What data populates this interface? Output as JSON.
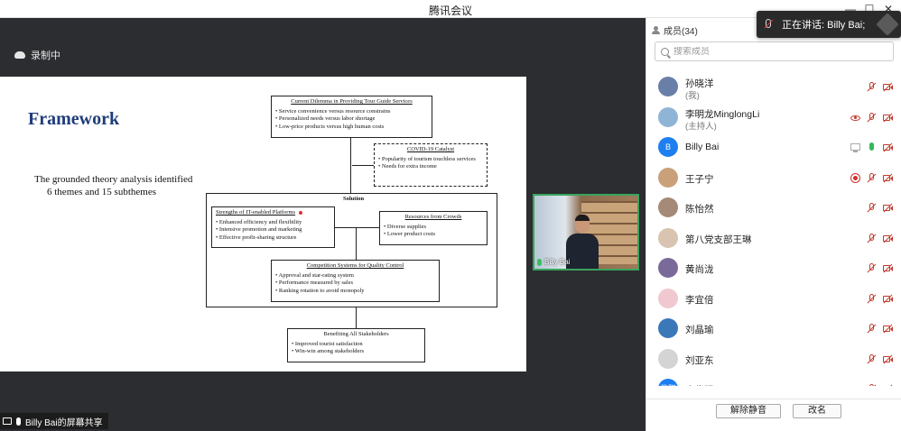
{
  "window": {
    "title": "腾讯会议",
    "min_glyph": "—",
    "max_glyph": "☐",
    "close_glyph": "✕"
  },
  "recording": {
    "label": "录制中"
  },
  "slide": {
    "title": "Framework",
    "subtitle_line1": "The grounded theory analysis identified",
    "subtitle_line2": "6 themes and 15 subthemes",
    "boxes": {
      "dilemma": {
        "heading": "Current Dilemma in Providing Tour Guide Services",
        "items": [
          "Service convenience versus resource constrains",
          "Personalized needs versus labor shortage",
          "Low-price products versus high human costs"
        ]
      },
      "covid": {
        "heading": "COVID-19 Catalyst",
        "items": [
          "Popularity of tourism touchless services",
          "Needs for extra income"
        ]
      },
      "solution_label": "Solution",
      "platforms": {
        "heading": "Strengths of IT-enabled Platforms",
        "items": [
          "Enhanced efficiency and flexibility",
          "Intensive promotion and marketing",
          "Effective profit-sharing structure"
        ]
      },
      "crowds": {
        "heading": "Resources from Crowds",
        "items": [
          "Diverse supplies",
          "Lower product costs"
        ]
      },
      "competition": {
        "heading": "Competition Systems for Quality Control",
        "items": [
          "Approval and star-rating system",
          "Performance measured by sales",
          "Ranking rotation to avoid monopoly"
        ]
      },
      "benefiting": {
        "heading": "Benefiting All Stakeholders",
        "items": [
          "Improved tourist satisfaction",
          "Win-win among stakeholders"
        ]
      }
    }
  },
  "video": {
    "name": "Billy Bai"
  },
  "share_bar": {
    "label": "Billy Bai的屏幕共享"
  },
  "panel": {
    "header": "成员(34)",
    "search_placeholder": "搜索成员",
    "members": [
      {
        "name": "孙晓洋",
        "sub": "(我)",
        "avatar_text": "",
        "avatar_color": "#6a7fa8",
        "icons": [
          "mic-off",
          "cam-off"
        ]
      },
      {
        "name": "李明龙MinglongLi",
        "sub": "(主持人)",
        "avatar_text": "",
        "avatar_color": "#8fb5d6",
        "icons": [
          "eye",
          "mic-off",
          "cam-off"
        ]
      },
      {
        "name": "Billy Bai",
        "sub": "",
        "avatar_text": "B",
        "avatar_color": "#1e7ff0",
        "icons": [
          "screen",
          "mic-on",
          "cam-off"
        ]
      },
      {
        "name": "王子宁",
        "sub": "",
        "avatar_text": "",
        "avatar_color": "#c9a07a",
        "icons": [
          "rec",
          "mic-off",
          "cam-off"
        ]
      },
      {
        "name": "陈怡然",
        "sub": "",
        "avatar_text": "",
        "avatar_color": "#a58a78",
        "icons": [
          "mic-off",
          "cam-off"
        ]
      },
      {
        "name": "第八党支部王琳",
        "sub": "",
        "avatar_text": "",
        "avatar_color": "#d8c4b0",
        "icons": [
          "mic-off",
          "cam-off"
        ]
      },
      {
        "name": "黄尚泷",
        "sub": "",
        "avatar_text": "",
        "avatar_color": "#7a6a9a",
        "icons": [
          "mic-off",
          "cam-off"
        ]
      },
      {
        "name": "李宜倍",
        "sub": "",
        "avatar_text": "",
        "avatar_color": "#f0c8d0",
        "icons": [
          "mic-off",
          "cam-off"
        ]
      },
      {
        "name": "刘晶瑜",
        "sub": "",
        "avatar_text": "",
        "avatar_color": "#3a78b8",
        "icons": [
          "mic-off",
          "cam-off"
        ]
      },
      {
        "name": "刘亚东",
        "sub": "",
        "avatar_text": "",
        "avatar_color": "#d4d4d4",
        "icons": [
          "mic-off",
          "cam-off"
        ]
      },
      {
        "name": "卢俊阳",
        "sub": "",
        "avatar_text": "俊阳",
        "avatar_color": "#1e7ff0",
        "icons": [
          "mic-off",
          "cam-off"
        ]
      }
    ],
    "unmute_all_button": "解除静音",
    "rename_button": "改名"
  },
  "toast": {
    "text": "正在讲话: Billy Bai;"
  }
}
